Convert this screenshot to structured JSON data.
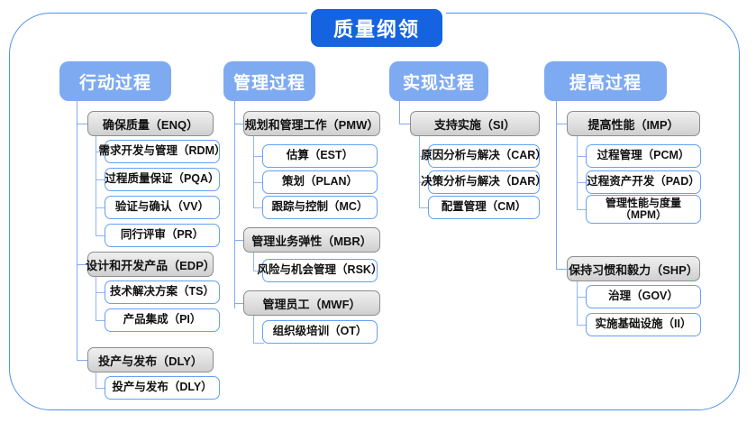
{
  "diagram": {
    "title": "质量纲领",
    "type": "org-tree",
    "colors": {
      "root_box": "#1563e0",
      "column_header": "#7eaaf2",
      "group_box_border": "#8d8d8d",
      "leaf_box_border": "#64a0f4",
      "frame_border": "#4b90f0",
      "connector": "#7eaaf2",
      "background": "#ffffff"
    },
    "columns": [
      {
        "header": "行动过程",
        "groups": [
          {
            "label": "确保质量（ENQ）",
            "children": [
              "需求开发与管理（RDM）",
              "过程质量保证（PQA）",
              "验证与确认（VV）",
              "同行评审（PR）"
            ]
          },
          {
            "label": "设计和开发产品（EDP）",
            "children": [
              "技术解决方案（TS）",
              "产品集成（PI）"
            ]
          },
          {
            "label": "投产与发布（DLY）",
            "children": [
              "投产与发布（DLY）"
            ]
          }
        ]
      },
      {
        "header": "管理过程",
        "groups": [
          {
            "label": "规划和管理工作（PMW）",
            "children": [
              "估算（EST）",
              "策划（PLAN）",
              "跟踪与控制（MC）"
            ]
          },
          {
            "label": "管理业务弹性（MBR）",
            "children": [
              "风险与机会管理（RSK）"
            ]
          },
          {
            "label": "管理员工（MWF）",
            "children": [
              "组织级培训（OT）"
            ]
          }
        ]
      },
      {
        "header": "实现过程",
        "groups": [
          {
            "label": "支持实施（SI）",
            "children": [
              "原因分析与解决（CAR）",
              "决策分析与解决（DAR）",
              "配置管理（CM）"
            ]
          }
        ]
      },
      {
        "header": "提高过程",
        "groups": [
          {
            "label": "提高性能（IMP）",
            "children": [
              "过程管理（PCM）",
              "过程资产开发（PAD）",
              "管理性能与度量\n（MPM）"
            ]
          },
          {
            "label": "保持习惯和毅力（SHP）",
            "children": [
              "治理（GOV）",
              "实施基础设施（II）"
            ]
          }
        ]
      }
    ]
  }
}
